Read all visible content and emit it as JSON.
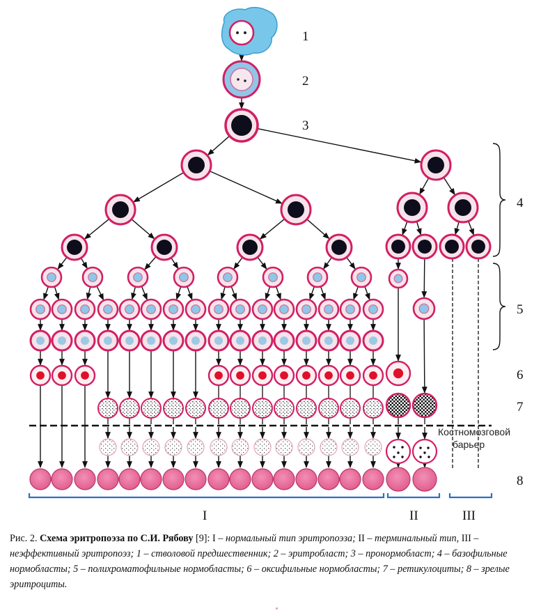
{
  "stage_labels": [
    "1",
    "2",
    "3",
    "4",
    "5",
    "6",
    "7",
    "8"
  ],
  "group_labels": [
    "I",
    "II",
    "III"
  ],
  "barrier_label": [
    "Костномозговой",
    "барьер"
  ],
  "caption": {
    "prefix": "Рис. 2.",
    "title": "Схема эритропоэза по С.И. Рябову",
    "ref": "[9]:",
    "items": [
      {
        "num": "I",
        "text": "нормальный тип эритропоэза;"
      },
      {
        "num": "II",
        "text": "терминальный тип,"
      },
      {
        "num": "III",
        "text": "неэффективный эритропоэз;"
      },
      {
        "num": "1",
        "text": "стволовой предшественник;"
      },
      {
        "num": "2",
        "text": "эритробласт;"
      },
      {
        "num": "3",
        "text": "пронормобласт;"
      },
      {
        "num": "4",
        "text": "базофильные нормобласты;"
      },
      {
        "num": "5",
        "text": "полихроматофильные нормобласты;"
      },
      {
        "num": "6",
        "text": "оксифильные нормобласты;"
      },
      {
        "num": "7",
        "text": "ретикулоциты;"
      },
      {
        "num": "8",
        "text": "зрелые эритроциты."
      }
    ]
  },
  "colors": {
    "ring": "#d21f63",
    "cytoplasm": "#f6e4ea",
    "nucleus_basophil": "#0d0d1c",
    "nucleus_poly": "#8fc7e8",
    "nucleus_oxy": "#e0102a",
    "mature_fill": "#ea6c99",
    "stem_blob": "#78c7ea",
    "bracket_blue": "#2b70c4",
    "arrow": "#111111"
  }
}
